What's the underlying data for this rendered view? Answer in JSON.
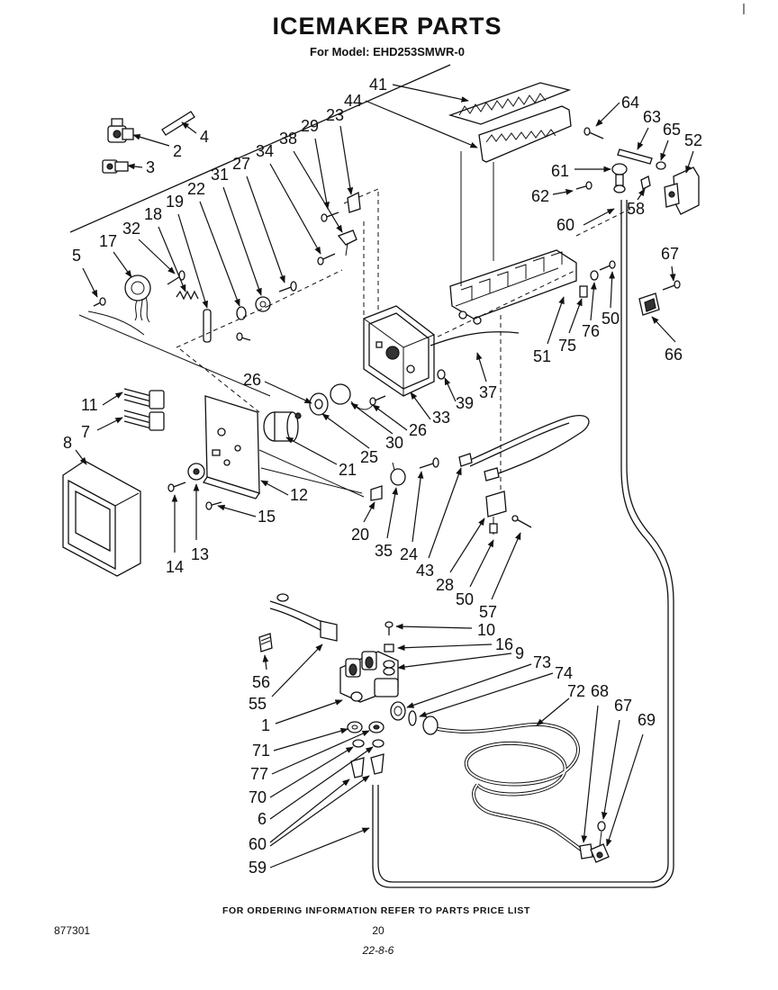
{
  "header": {
    "title": "ICEMAKER PARTS",
    "subtitle": "For Model: EHD253SMWR-0"
  },
  "callouts": [
    {
      "id": "41",
      "label": "41"
    },
    {
      "id": "44",
      "label": "44"
    },
    {
      "id": "23",
      "label": "23"
    },
    {
      "id": "29",
      "label": "29"
    },
    {
      "id": "38",
      "label": "38"
    },
    {
      "id": "34",
      "label": "34"
    },
    {
      "id": "27",
      "label": "27"
    },
    {
      "id": "31",
      "label": "31"
    },
    {
      "id": "22",
      "label": "22"
    },
    {
      "id": "19",
      "label": "19"
    },
    {
      "id": "18",
      "label": "18"
    },
    {
      "id": "32",
      "label": "32"
    },
    {
      "id": "17",
      "label": "17"
    },
    {
      "id": "5",
      "label": "5"
    },
    {
      "id": "2",
      "label": "2"
    },
    {
      "id": "4",
      "label": "4"
    },
    {
      "id": "3",
      "label": "3"
    },
    {
      "id": "64",
      "label": "64"
    },
    {
      "id": "63",
      "label": "63"
    },
    {
      "id": "65",
      "label": "65"
    },
    {
      "id": "52",
      "label": "52"
    },
    {
      "id": "61",
      "label": "61"
    },
    {
      "id": "62",
      "label": "62"
    },
    {
      "id": "60a",
      "label": "60"
    },
    {
      "id": "58",
      "label": "58"
    },
    {
      "id": "67a",
      "label": "67"
    },
    {
      "id": "66",
      "label": "66"
    },
    {
      "id": "51",
      "label": "51"
    },
    {
      "id": "75",
      "label": "75"
    },
    {
      "id": "76",
      "label": "76"
    },
    {
      "id": "50a",
      "label": "50"
    },
    {
      "id": "26a",
      "label": "26"
    },
    {
      "id": "26b",
      "label": "26"
    },
    {
      "id": "39",
      "label": "39"
    },
    {
      "id": "37",
      "label": "37"
    },
    {
      "id": "33",
      "label": "33"
    },
    {
      "id": "30",
      "label": "30"
    },
    {
      "id": "25",
      "label": "25"
    },
    {
      "id": "21",
      "label": "21"
    },
    {
      "id": "11",
      "label": "11"
    },
    {
      "id": "7",
      "label": "7"
    },
    {
      "id": "8",
      "label": "8"
    },
    {
      "id": "12",
      "label": "12"
    },
    {
      "id": "15",
      "label": "15"
    },
    {
      "id": "14",
      "label": "14"
    },
    {
      "id": "13",
      "label": "13"
    },
    {
      "id": "20",
      "label": "20"
    },
    {
      "id": "35",
      "label": "35"
    },
    {
      "id": "24",
      "label": "24"
    },
    {
      "id": "43",
      "label": "43"
    },
    {
      "id": "28",
      "label": "28"
    },
    {
      "id": "50b",
      "label": "50"
    },
    {
      "id": "57",
      "label": "57"
    },
    {
      "id": "10",
      "label": "10"
    },
    {
      "id": "16",
      "label": "16"
    },
    {
      "id": "9",
      "label": "9"
    },
    {
      "id": "73",
      "label": "73"
    },
    {
      "id": "74",
      "label": "74"
    },
    {
      "id": "72",
      "label": "72"
    },
    {
      "id": "68",
      "label": "68"
    },
    {
      "id": "67b",
      "label": "67"
    },
    {
      "id": "69",
      "label": "69"
    },
    {
      "id": "56",
      "label": "56"
    },
    {
      "id": "55",
      "label": "55"
    },
    {
      "id": "1",
      "label": "1"
    },
    {
      "id": "71",
      "label": "71"
    },
    {
      "id": "77",
      "label": "77"
    },
    {
      "id": "70",
      "label": "70"
    },
    {
      "id": "6",
      "label": "6"
    },
    {
      "id": "60b",
      "label": "60"
    },
    {
      "id": "59",
      "label": "59"
    }
  ],
  "footer": {
    "note": "FOR ORDERING INFORMATION REFER TO PARTS PRICE LIST",
    "code": "877301",
    "page": "20",
    "handwritten": "22-8-6"
  }
}
